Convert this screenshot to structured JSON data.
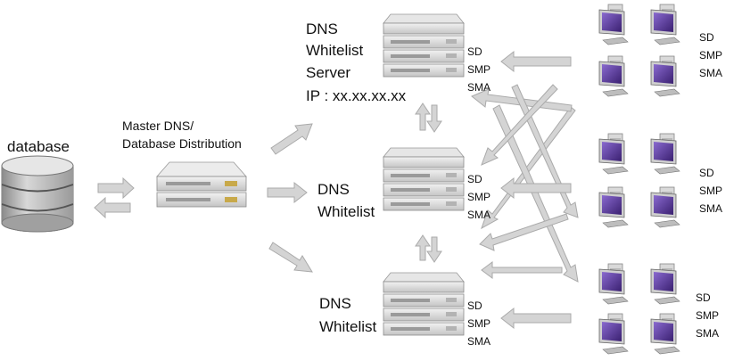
{
  "colors": {
    "arrow_fill": "#d4d4d4",
    "arrow_stroke": "#aaaaaa",
    "monitor_screen": "#5a3a9a",
    "server_body": "#d9d9d9"
  },
  "database": {
    "label": "database",
    "icon": "database-cylinder-icon"
  },
  "master": {
    "line1": "Master DNS/",
    "line2": "Database Distribution",
    "icon": "server-icon"
  },
  "server_top": {
    "line1": "DNS",
    "line2": "Whitelist",
    "line3": "Server",
    "line4": "IP : xx.xx.xx.xx"
  },
  "server_mid": {
    "line1": "DNS",
    "line2": "Whitelist"
  },
  "server_bot": {
    "line1": "DNS",
    "line2": "Whitelist"
  },
  "client_protocols": [
    "SD",
    "SMP",
    "SMA"
  ],
  "icons": {
    "server": "server-rack-icon",
    "client": "desktop-computer-icon"
  }
}
